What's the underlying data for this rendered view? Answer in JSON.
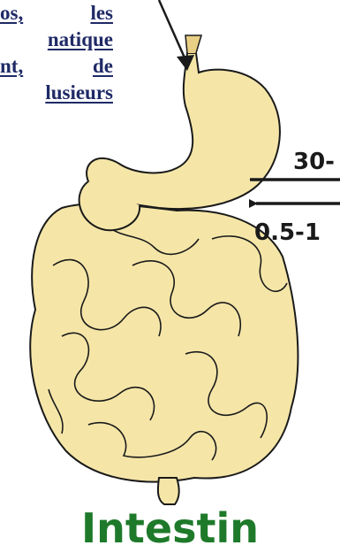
{
  "text_block": {
    "lines": [
      {
        "left": "os,",
        "right": "les"
      },
      {
        "left": "",
        "right": "natique"
      },
      {
        "left": "nt,",
        "right": "de"
      },
      {
        "left": "",
        "right": "lusieurs"
      }
    ]
  },
  "labels": {
    "top_value": "30-",
    "bottom_value": "0.5-1",
    "caption": "Intestin"
  },
  "colors": {
    "text": "#1f2a66",
    "organ_fill": "#f5e6a8",
    "organ_stroke": "#1a1a1a",
    "caption": "#1e7a2a"
  }
}
